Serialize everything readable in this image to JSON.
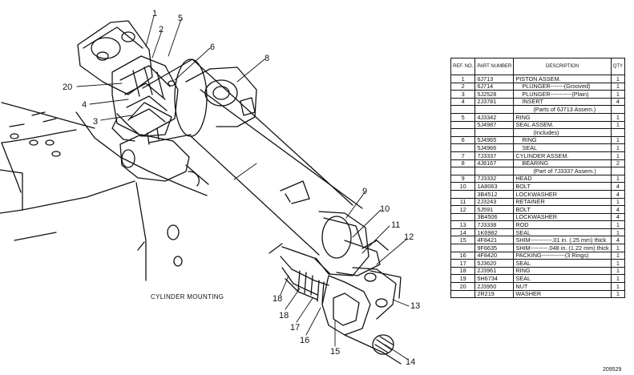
{
  "caption": "CYLINDER MOUNTING",
  "figure_number": "209529",
  "callouts": [
    "1",
    "2",
    "3",
    "4",
    "5",
    "6",
    "8",
    "9",
    "10",
    "11",
    "12",
    "13",
    "14",
    "15",
    "16",
    "17",
    "18",
    "18",
    "20"
  ],
  "table": {
    "headers": {
      "ref": "REF. NO.",
      "part": "PART NUMBER",
      "desc": "DESCRIPTION",
      "qty": "QTY"
    },
    "rows": [
      {
        "ref": "1",
        "part": "6J713",
        "desc": "PISTON ASSEM.",
        "qty": "1",
        "indent": false
      },
      {
        "ref": "2",
        "part": "6J714",
        "desc": "PLUNGER-------(Grooved)",
        "qty": "1",
        "indent": true
      },
      {
        "ref": "3",
        "part": "5J2528",
        "desc": "PLUNGER-----------(Plain)",
        "qty": "1",
        "indent": true
      },
      {
        "ref": "4",
        "part": "2J3781",
        "desc": "INSERT",
        "qty": "4",
        "indent": true
      },
      {
        "ref": "",
        "part": "",
        "desc": "(Parts of 6J713 Assem.)",
        "qty": "",
        "note": true
      },
      {
        "ref": "5",
        "part": "4J3342",
        "desc": "RING",
        "qty": "1",
        "indent": false
      },
      {
        "ref": "",
        "part": "5J4987",
        "desc": "SEAL ASSEM.",
        "qty": "1",
        "indent": false
      },
      {
        "ref": "",
        "part": "",
        "desc": "(Includes)",
        "qty": "",
        "note": true
      },
      {
        "ref": "6",
        "part": "5J4965",
        "desc": "RING",
        "qty": "1",
        "indent": true
      },
      {
        "ref": "",
        "part": "5J4966",
        "desc": "SEAL",
        "qty": "1",
        "indent": true
      },
      {
        "ref": "7",
        "part": "7J3337",
        "desc": "CYLINDER ASSEM.",
        "qty": "1",
        "indent": false
      },
      {
        "ref": "8",
        "part": "4J8167",
        "desc": "BEARING",
        "qty": "2",
        "indent": true
      },
      {
        "ref": "",
        "part": "",
        "desc": "(Part of 7J3337 Assem.)",
        "qty": "",
        "note": true
      },
      {
        "ref": "9",
        "part": "7J3332",
        "desc": "HEAD",
        "qty": "1",
        "indent": false
      },
      {
        "ref": "10",
        "part": "1A8063",
        "desc": "BOLT",
        "qty": "4",
        "indent": false
      },
      {
        "ref": "",
        "part": "3B4512",
        "desc": "LOCKWASHER",
        "qty": "4",
        "indent": false
      },
      {
        "ref": "11",
        "part": "2J3243",
        "desc": "RETAINER",
        "qty": "1",
        "indent": false
      },
      {
        "ref": "12",
        "part": "5J591",
        "desc": "BOLT",
        "qty": "4",
        "indent": false
      },
      {
        "ref": "",
        "part": "3B4506",
        "desc": "LOCKWASHER",
        "qty": "4",
        "indent": false
      },
      {
        "ref": "13",
        "part": "7J3338",
        "desc": "ROD",
        "qty": "1",
        "indent": false
      },
      {
        "ref": "14",
        "part": "1K6982",
        "desc": "SEAL",
        "qty": "1",
        "indent": false
      },
      {
        "ref": "15",
        "part": "4F8421",
        "desc": "SHIM-----------.01 in. (.25 mm) thick",
        "qty": "4",
        "indent": false
      },
      {
        "ref": "",
        "part": "9F6635",
        "desc": "SHIM---------.048 in. (1.22 mm) thick",
        "qty": "1",
        "indent": false
      },
      {
        "ref": "16",
        "part": "4F8420",
        "desc": "PACKING------------(3 Rings)",
        "qty": "1",
        "indent": false
      },
      {
        "ref": "17",
        "part": "5J3620",
        "desc": "SEAL",
        "qty": "1",
        "indent": false
      },
      {
        "ref": "18",
        "part": "2J3961",
        "desc": "RING",
        "qty": "1",
        "indent": false
      },
      {
        "ref": "19",
        "part": "5H6734",
        "desc": "SEAL",
        "qty": "1",
        "indent": false
      },
      {
        "ref": "20",
        "part": "2J3950",
        "desc": "NUT",
        "qty": "1",
        "indent": false
      },
      {
        "ref": "",
        "part": "2R219",
        "desc": "WASHER",
        "qty": "1",
        "indent": false
      }
    ]
  }
}
